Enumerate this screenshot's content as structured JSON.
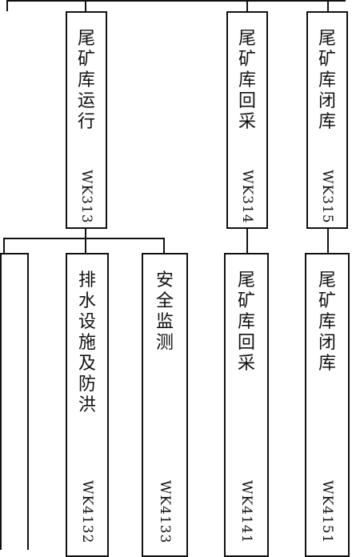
{
  "nodes": [
    {
      "id": "wk313",
      "label": "尾矿库运行",
      "code": "WK313"
    },
    {
      "id": "wk314",
      "label": "尾矿库回采",
      "code": "WK314"
    },
    {
      "id": "wk315",
      "label": "尾矿库闭库",
      "code": "WK315"
    },
    {
      "id": "wk4132",
      "label": "排水设施及防洪",
      "code": "WK4132"
    },
    {
      "id": "wk4133",
      "label": "安全监测",
      "code": "WK4133"
    },
    {
      "id": "wk4141",
      "label": "尾矿库回采",
      "code": "WK4141"
    },
    {
      "id": "wk4151",
      "label": "尾矿库闭库",
      "code": "WK4151"
    }
  ]
}
